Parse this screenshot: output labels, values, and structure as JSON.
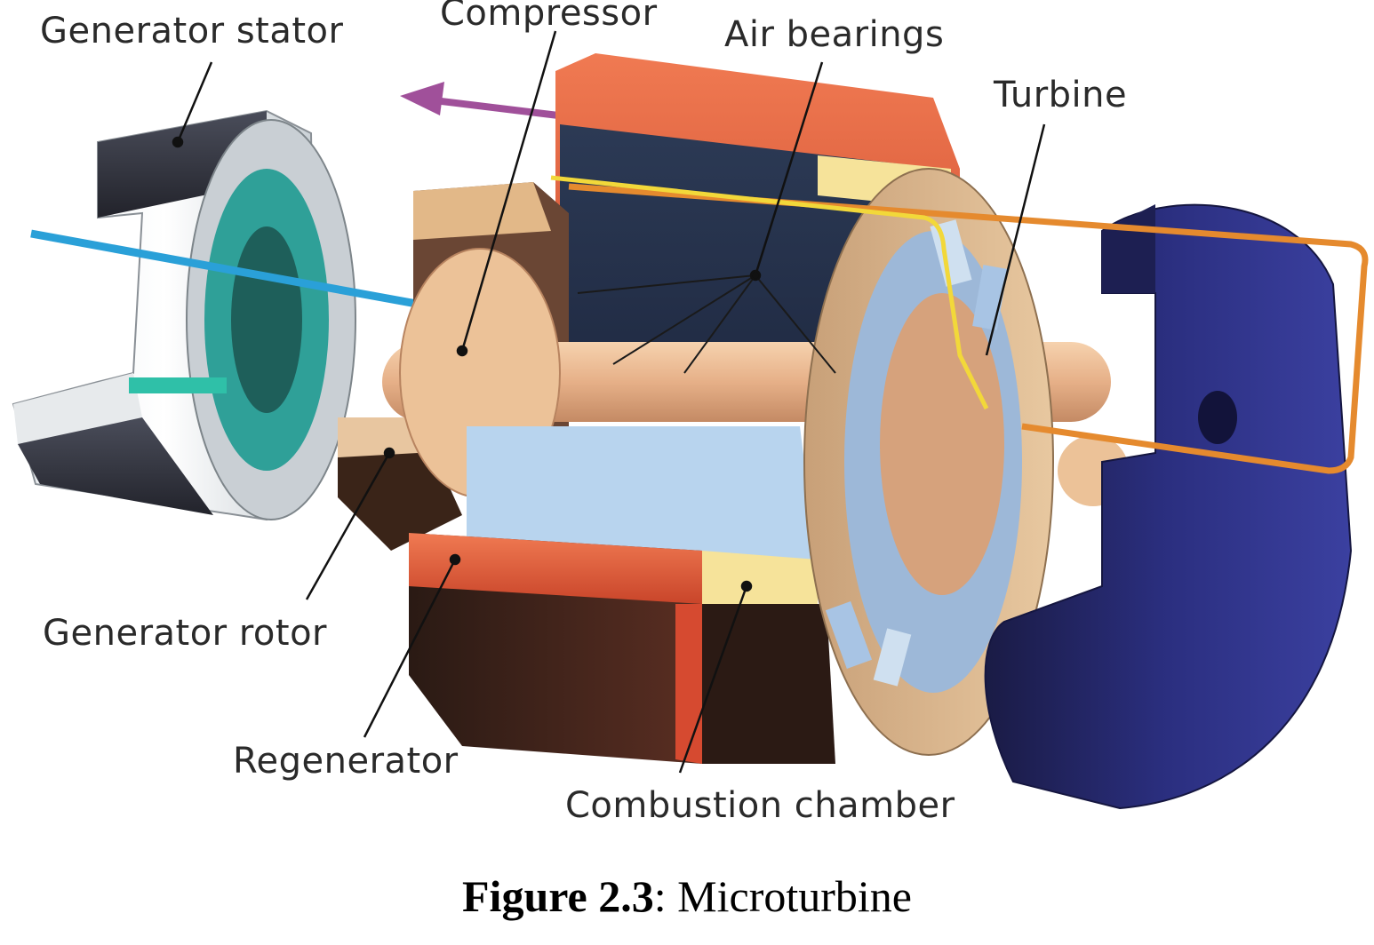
{
  "labels": {
    "generator_stator": "Generator stator",
    "compressor": "Compressor",
    "air_bearings": "Air bearings",
    "turbine": "Turbine",
    "generator_rotor": "Generator rotor",
    "regenerator": "Regenerator",
    "combustion_chamber": "Combustion chamber"
  },
  "caption": {
    "number": "Figure 2.3",
    "separator": ":",
    "title": "Microturbine"
  },
  "colors": {
    "regenerator_red": "#e2603e",
    "dark_block": "#3a3b46",
    "rotor_shaft": "#e8b48a",
    "turbine_blades": "#a8c4e4",
    "regenerator_ring": "#2b2f80",
    "air_inlet": "#2aa0d8",
    "exhaust": "#a0509a",
    "hot_gas": "#e58a2e",
    "fuel": "#f2d83a"
  }
}
